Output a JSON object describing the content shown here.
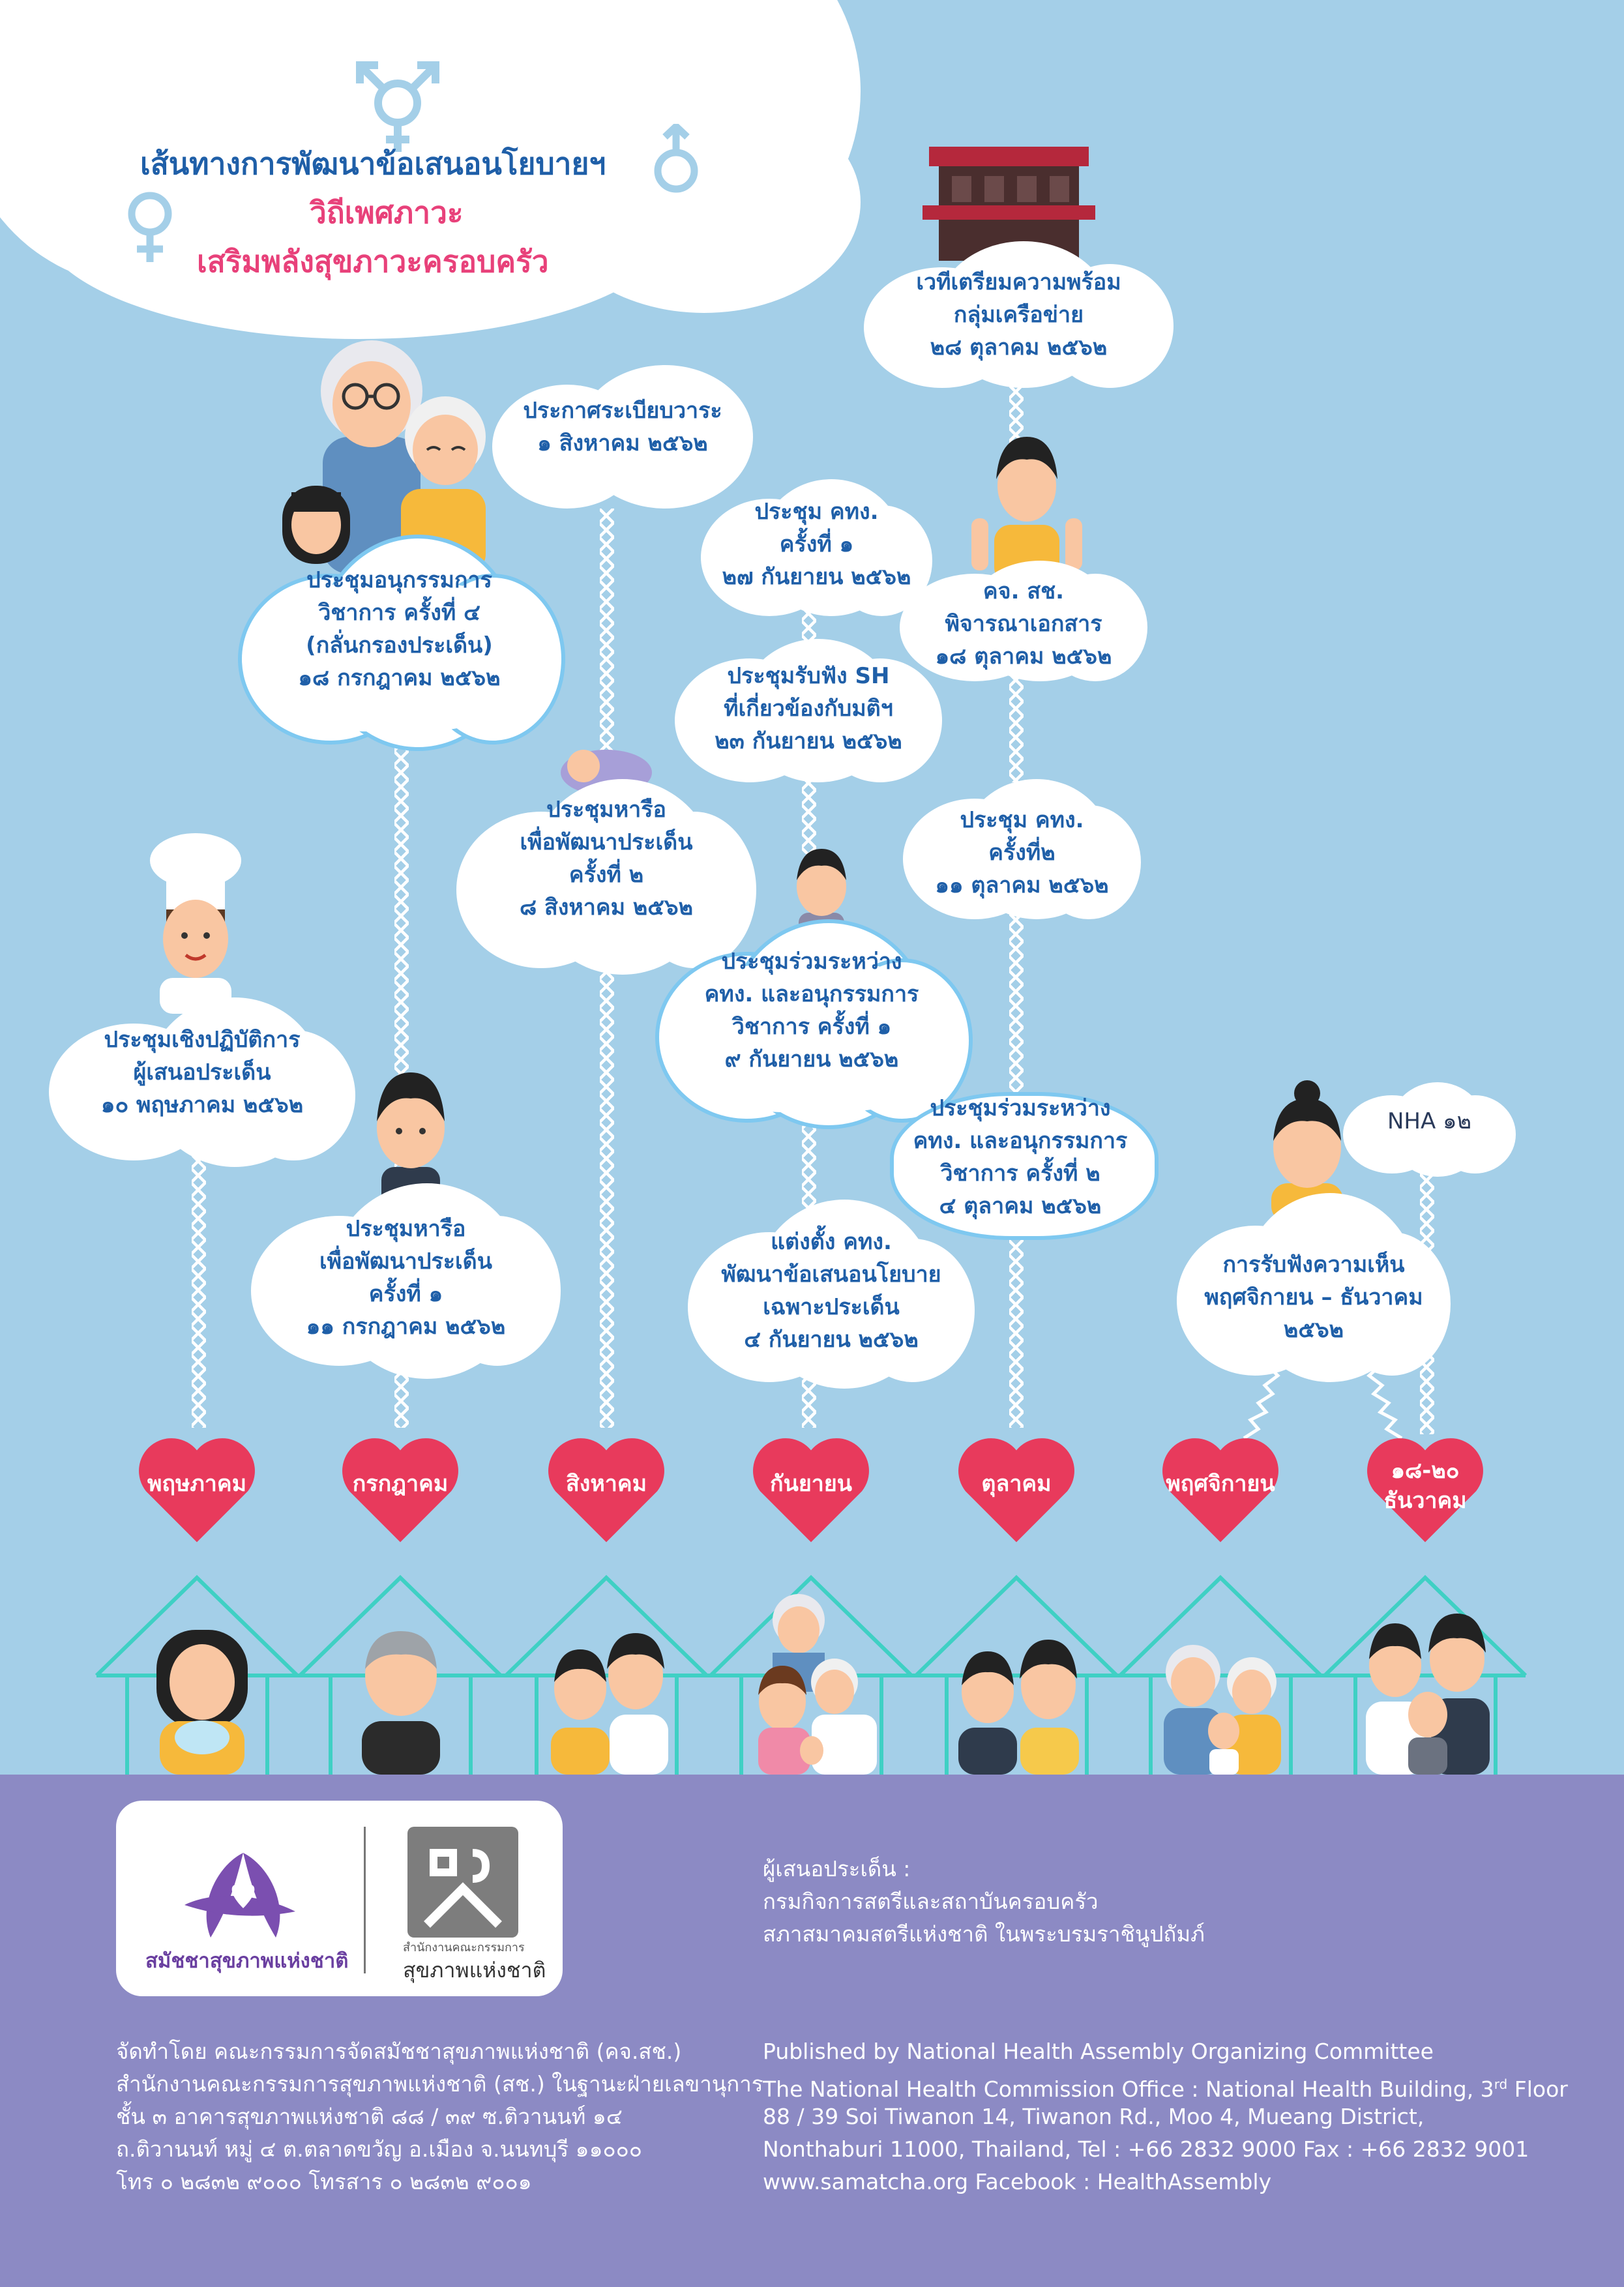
{
  "title": {
    "line1": "เส้นทางการพัฒนาข้อเสนอนโยบายฯ",
    "line2": "วิถีเพศภาวะ",
    "line3": "เสริมพลังสุขภาวะครอบครัว"
  },
  "colors": {
    "background": "#a4cfe8",
    "heart": "#e83a5c",
    "title_blue": "#1f5fa8",
    "title_pink": "#e8417a",
    "house_line": "#3fd0c4",
    "footer": "#8c8ac4"
  },
  "events": {
    "e1": [
      "ประชุมเชิงปฏิบัติการ",
      "ผู้เสนอประเด็น",
      "๑๐ พฤษภาคม ๒๕๖๒"
    ],
    "e2": [
      "ประชุมหารือ",
      "เพื่อพัฒนาประเด็น",
      "ครั้งที่ ๑",
      "๑๑ กรกฎาคม ๒๕๖๒"
    ],
    "e3": [
      "ประชุมอนุกรรมการ",
      "วิชาการ ครั้งที่ ๔",
      "(กลั่นกรองประเด็น)",
      "๑๘ กรกฎาคม ๒๕๖๒"
    ],
    "e4": [
      "ประกาศระเบียบวาระ",
      "๑ สิงหาคม ๒๕๖๒"
    ],
    "e5": [
      "ประชุมหารือ",
      "เพื่อพัฒนาประเด็น",
      "ครั้งที่ ๒",
      "๘ สิงหาคม ๒๕๖๒"
    ],
    "e6": [
      "แต่งตั้ง คทง.",
      "พัฒนาข้อเสนอนโยบาย",
      "เฉพาะประเด็น",
      "๔ กันยายน ๒๕๖๒"
    ],
    "e7": [
      "ประชุมร่วมระหว่าง",
      "คทง. และอนุกรรมการ",
      "วิชาการ ครั้งที่ ๑",
      "๙ กันยายน ๒๕๖๒"
    ],
    "e8": [
      "ประชุมรับฟัง SH",
      "ที่เกี่ยวข้องกับมติฯ",
      "๒๓ กันยายน ๒๕๖๒"
    ],
    "e9": [
      "ประชุม คทง.",
      "ครั้งที่ ๑",
      "๒๗ กันยายน ๒๕๖๒"
    ],
    "e10": [
      "ประชุมร่วมระหว่าง",
      "คทง. และอนุกรรมการ",
      "วิชาการ ครั้งที่ ๒",
      "๔ ตุลาคม ๒๕๖๒"
    ],
    "e11": [
      "ประชุม คทง.",
      "ครั้งที่๒",
      "๑๑ ตุลาคม ๒๕๖๒"
    ],
    "e12": [
      "คจ. สช.",
      "พิจารณาเอกสาร",
      "๑๘ ตุลาคม ๒๕๖๒"
    ],
    "e13": [
      "เวทีเตรียมความพร้อม",
      "กลุ่มเครือข่าย",
      "๒๘ ตุลาคม ๒๕๖๒"
    ],
    "e14": [
      "การรับฟังความเห็น",
      "พฤศจิกายน – ธันวาคม",
      "๒๕๖๒"
    ],
    "e15": [
      "NHA ๑๒"
    ]
  },
  "months": [
    "พฤษภาคม",
    "กรกฎาคม",
    "สิงหาคม",
    "กันยายน",
    "ตุลาคม",
    "พฤศจิกายน",
    [
      "๑๘-๒๐",
      "ธันวาคม"
    ]
  ],
  "logos": {
    "left_name": "สมัชชาสุขภาพแห่งชาติ",
    "right_small": "สำนักงานคณะกรรมการ",
    "right_name": "สุขภาพแห่งชาติ"
  },
  "presenter": {
    "label": "ผู้เสนอประเด็น :",
    "org1": "กรมกิจการสตรีและสถาบันครอบครัว",
    "org2": "สภาสมาคมสตรีแห่งชาติ ในพระบรมราชินูปถัมภ์"
  },
  "footer_th": [
    "จัดทำโดย คณะกรรมการจัดสมัชชาสุขภาพแห่งชาติ (คจ.สช.)",
    "สำนักงานคณะกรรมการสุขภาพแห่งชาติ (สช.) ในฐานะฝ่ายเลขานุการ",
    "ชั้น ๓ อาคารสุขภาพแห่งชาติ ๘๘ / ๓๙ ซ.ติวานนท์ ๑๔",
    "ถ.ติวานนท์ หมู่ ๔ ต.ตลาดขวัญ อ.เมือง จ.นนทบุรี ๑๑๐๐๐",
    "โทร ๐ ๒๘๓๒ ๙๐๐๐ โทรสาร ๐ ๒๘๓๒ ๙๐๐๑"
  ],
  "footer_en": {
    "l1": "Published by National Health Assembly Organizing Committee",
    "l2a": "The National Health Commission Office : National Health Building, 3",
    "l2sup": "rd",
    "l2b": " Floor",
    "l3": "88 / 39 Soi Tiwanon 14, Tiwanon Rd., Moo 4, Mueang District,",
    "l4": "Nonthaburi 11000, Thailand, Tel : +66 2832 9000 Fax : +66 2832 9001",
    "l5": "www.samatcha.org Facebook : HealthAssembly"
  }
}
